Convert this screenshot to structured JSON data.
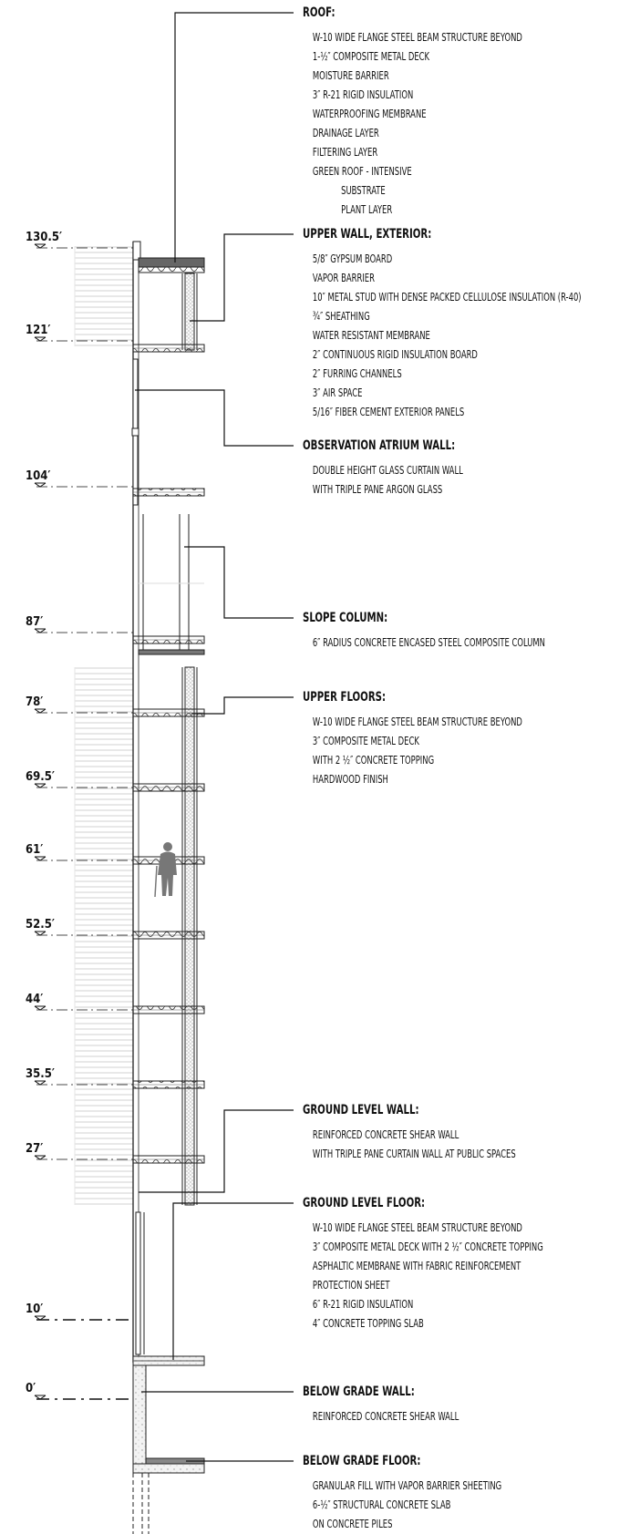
{
  "levels": [
    "130.5′",
    "121′",
    "104′",
    "87′",
    "78′",
    "69.5′",
    "61′",
    "52.5′",
    "44′",
    "35.5′",
    "27′",
    "10′",
    "0′"
  ],
  "notes": [
    {
      "title": "ROOF:",
      "items": [
        "W-10 WIDE FLANGE STEEL BEAM STRUCTURE BEYOND",
        "1-½″ COMPOSITE METAL DECK",
        "MOISTURE BARRIER",
        "3″ R-21 RIGID INSULATION",
        "WATERPROOFING MEMBRANE",
        "DRAINAGE LAYER",
        "FILTERING LAYER",
        "GREEN ROOF - INTENSIVE",
        "SUBSTRATE",
        "PLANT LAYER"
      ]
    },
    {
      "title": "UPPER WALL, EXTERIOR:",
      "items": [
        "5/8″ GYPSUM BOARD",
        "VAPOR BARRIER",
        "10″ METAL STUD WITH DENSE PACKED CELLULOSE INSULATION (R-40)",
        "¾″ SHEATHING",
        "WATER RESISTANT MEMBRANE",
        "2″ CONTINUOUS RIGID INSULATION BOARD",
        "2″ FURRING CHANNELS",
        "3″ AIR SPACE",
        "5/16″ FIBER CEMENT EXTERIOR PANELS"
      ]
    },
    {
      "title": "OBSERVATION ATRIUM WALL:",
      "items": [
        "DOUBLE HEIGHT GLASS CURTAIN WALL",
        "WITH TRIPLE PANE ARGON GLASS"
      ]
    },
    {
      "title": "SLOPE COLUMN:",
      "items": [
        "6″ RADIUS CONCRETE ENCASED STEEL COMPOSITE COLUMN"
      ]
    },
    {
      "title": "UPPER FLOORS:",
      "items": [
        "W-10 WIDE FLANGE STEEL BEAM STRUCTURE BEYOND",
        "3″ COMPOSITE METAL DECK",
        "WITH 2 ½″ CONCRETE TOPPING",
        "HARDWOOD FINISH"
      ]
    },
    {
      "title": "GROUND LEVEL WALL:",
      "items": [
        "REINFORCED CONCRETE SHEAR WALL",
        "WITH TRIPLE PANE CURTAIN WALL AT PUBLIC SPACES"
      ]
    },
    {
      "title": "GROUND LEVEL FLOOR:",
      "items": [
        "W-10 WIDE FLANGE STEEL BEAM STRUCTURE BEYOND",
        "3″ COMPOSITE METAL DECK WITH 2 ½″ CONCRETE TOPPING",
        "ASPHALTIC MEMBRANE WITH FABRIC REINFORCEMENT",
        "PROTECTION SHEET",
        "6″ R-21 RIGID INSULATION",
        "4″ CONCRETE TOPPING SLAB"
      ]
    },
    {
      "title": "BELOW GRADE WALL:",
      "items": [
        "REINFORCED CONCRETE SHEAR WALL"
      ]
    },
    {
      "title": "BELOW GRADE FLOOR:",
      "items": [
        "GRANULAR FILL WITH VAPOR BARRIER SHEETING",
        "6-½″ STRUCTURAL CONCRETE SLAB",
        "ON CONCRETE PILES"
      ]
    }
  ]
}
